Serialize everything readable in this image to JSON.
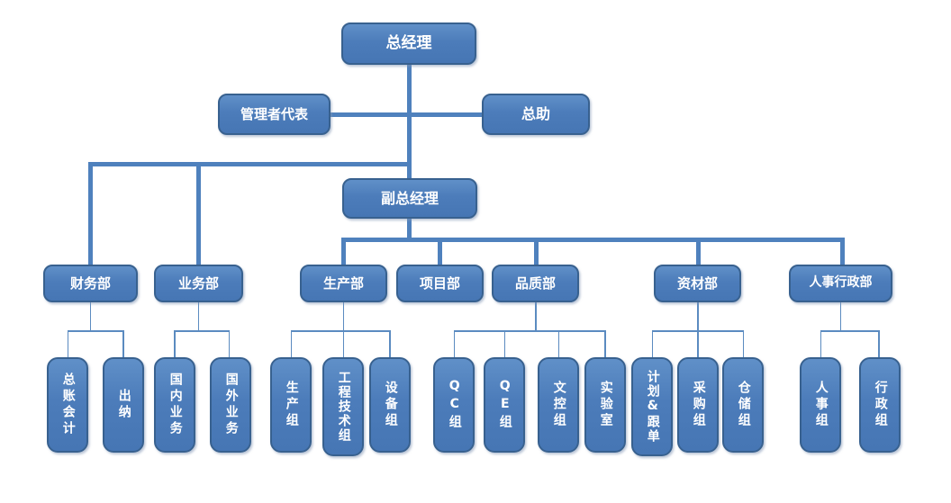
{
  "chart_data": {
    "type": "org-chart",
    "title": "",
    "hierarchy": "总经理 > (管理者代表, 总助) > 副总经理 > 7 departments > sub-groups"
  },
  "org": {
    "ceo": {
      "label": "总经理"
    },
    "advisors": {
      "left": {
        "label": "管理者代表"
      },
      "right": {
        "label": "总助"
      }
    },
    "deputy": {
      "label": "副总经理"
    },
    "departments": [
      {
        "label": "财务部",
        "children": [
          {
            "label": "总账会计"
          },
          {
            "label": "出纳"
          }
        ]
      },
      {
        "label": "业务部",
        "children": [
          {
            "label": "国内业务"
          },
          {
            "label": "国外业务"
          }
        ]
      },
      {
        "label": "生产部",
        "children": [
          {
            "label": "生产组"
          },
          {
            "label": "工程技术组"
          },
          {
            "label": "设备组"
          }
        ]
      },
      {
        "label": "项目部",
        "children": []
      },
      {
        "label": "品质部",
        "children": [
          {
            "label": "QC组"
          },
          {
            "label": "QE组"
          },
          {
            "label": "文控组"
          },
          {
            "label": "实验室"
          }
        ]
      },
      {
        "label": "资材部",
        "children": [
          {
            "label": "计划&跟单"
          },
          {
            "label": "采购组"
          },
          {
            "label": "仓储组"
          }
        ]
      },
      {
        "label": "人事行政部",
        "children": [
          {
            "label": "人事组"
          },
          {
            "label": "行政组"
          }
        ]
      }
    ],
    "colors": {
      "box_fill": "#4c7cba",
      "box_border": "#38618f",
      "thick_line": "#4f81bd",
      "thin_line": "#5b8bc0",
      "text": "#ffffff",
      "background": "#ffffff"
    }
  }
}
